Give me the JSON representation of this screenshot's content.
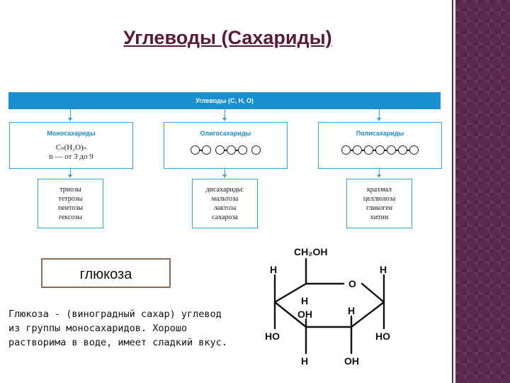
{
  "title": "Углеводы (Сахариды)",
  "banner": "Углеводы (С, Н, О)",
  "categories": [
    {
      "name": "Моносахариды",
      "formula_line1": "Cₙ(H₂O)ₙ",
      "formula_line2": "n — от 3 до 9"
    },
    {
      "name": "Олигосахариды"
    },
    {
      "name": "Полисахариды"
    }
  ],
  "sub_lists": [
    [
      "триозы",
      "тетрозы",
      "пентозы",
      "гексозы"
    ],
    [
      "дисахариды:",
      "мальтоза",
      "лактоза",
      "сахароза"
    ],
    [
      "крахмал",
      "целлюлоза",
      "гликоген",
      "хитин"
    ]
  ],
  "glucose_label": "глюкоза",
  "description_lines": [
    "Глюкоза - (виноградный сахар) углевод",
    "из группы моносахаридов. Хорошо",
    "растворима в воде, имеет сладкий вкус."
  ],
  "structure_labels": {
    "ch2oh": "CH₂OH",
    "h_left_top": "H",
    "h_right_top": "H",
    "o_ring": "O",
    "h_inner_left": "H",
    "oh_inner": "OH",
    "h_inner_right": "H",
    "ho_left": "HO",
    "ho_right": "HO",
    "h_bottom": "H",
    "oh_bottom": "OH"
  },
  "colors": {
    "accent": "#1a8fd0",
    "title": "#5a1a3a",
    "side_strip": "#5b2a4e"
  }
}
